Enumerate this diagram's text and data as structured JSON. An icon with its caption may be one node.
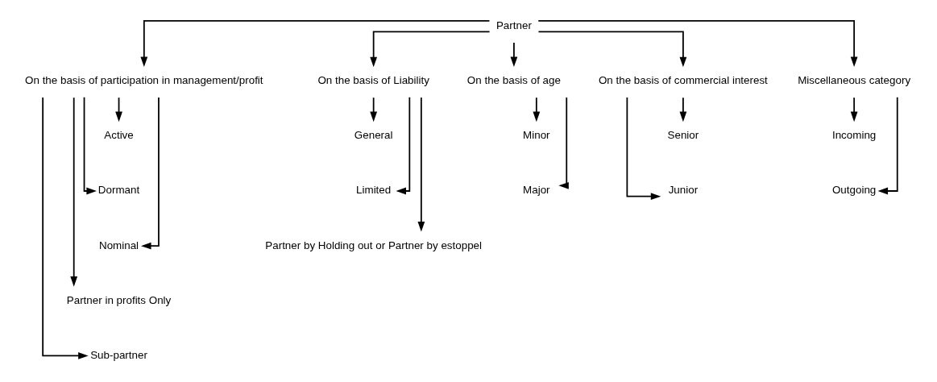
{
  "diagram": {
    "nodes": [
      {
        "text": [
          "Partner"
        ]
      },
      {
        "text": [
          "On the basis of participation in management/profit"
        ]
      },
      {
        "text": [
          "On the basis of Liability"
        ]
      },
      {
        "text": [
          "On the basis of age"
        ]
      },
      {
        "text": [
          "On the basis of commercial interest"
        ]
      },
      {
        "text": [
          "Miscellaneous category"
        ]
      },
      {
        "text": [
          "Active"
        ]
      },
      {
        "text": [
          "Dormant"
        ]
      },
      {
        "text": [
          "Nominal"
        ]
      },
      {
        "text": [
          "Partner in profits Only"
        ]
      },
      {
        "text": [
          "Sub-partner"
        ]
      },
      {
        "text": [
          "General"
        ]
      },
      {
        "text": [
          "Limited"
        ]
      },
      {
        "text": [
          "Partner by Holding out or Partner by estoppel"
        ]
      },
      {
        "text": [
          "Minor"
        ]
      },
      {
        "text": [
          "Major"
        ]
      },
      {
        "text": [
          "Senior"
        ]
      },
      {
        "text": [
          "Junior"
        ]
      },
      {
        "text": [
          "Incoming"
        ]
      },
      {
        "text": [
          "Outgoing"
        ]
      }
    ],
    "edges": [
      {
        "from": 0,
        "to": 1,
        "arrow": "to"
      },
      {
        "from": 0,
        "to": 2,
        "arrow": "to"
      },
      {
        "from": 0,
        "to": 3,
        "arrow": "to"
      },
      {
        "from": 0,
        "to": 4,
        "arrow": "to"
      },
      {
        "from": 0,
        "to": 5,
        "arrow": "to"
      },
      {
        "from": 1,
        "to": 6,
        "arrow": "to"
      },
      {
        "from": 1,
        "to": 7,
        "arrow": "to"
      },
      {
        "from": 1,
        "to": 8,
        "arrow": "to"
      },
      {
        "from": 1,
        "to": 9,
        "arrow": "to"
      },
      {
        "from": 1,
        "to": 10,
        "arrow": "to"
      },
      {
        "from": 2,
        "to": 11,
        "arrow": "to"
      },
      {
        "from": 2,
        "to": 12,
        "arrow": "to"
      },
      {
        "from": 2,
        "to": 13,
        "arrow": "to"
      },
      {
        "from": 3,
        "to": 14,
        "arrow": "to"
      },
      {
        "from": 3,
        "to": 15,
        "arrow": "to"
      },
      {
        "from": 4,
        "to": 16,
        "arrow": "to"
      },
      {
        "from": 4,
        "to": 17,
        "arrow": "to"
      },
      {
        "from": 5,
        "to": 18,
        "arrow": "to"
      },
      {
        "from": 5,
        "to": 19,
        "arrow": "to"
      }
    ]
  }
}
